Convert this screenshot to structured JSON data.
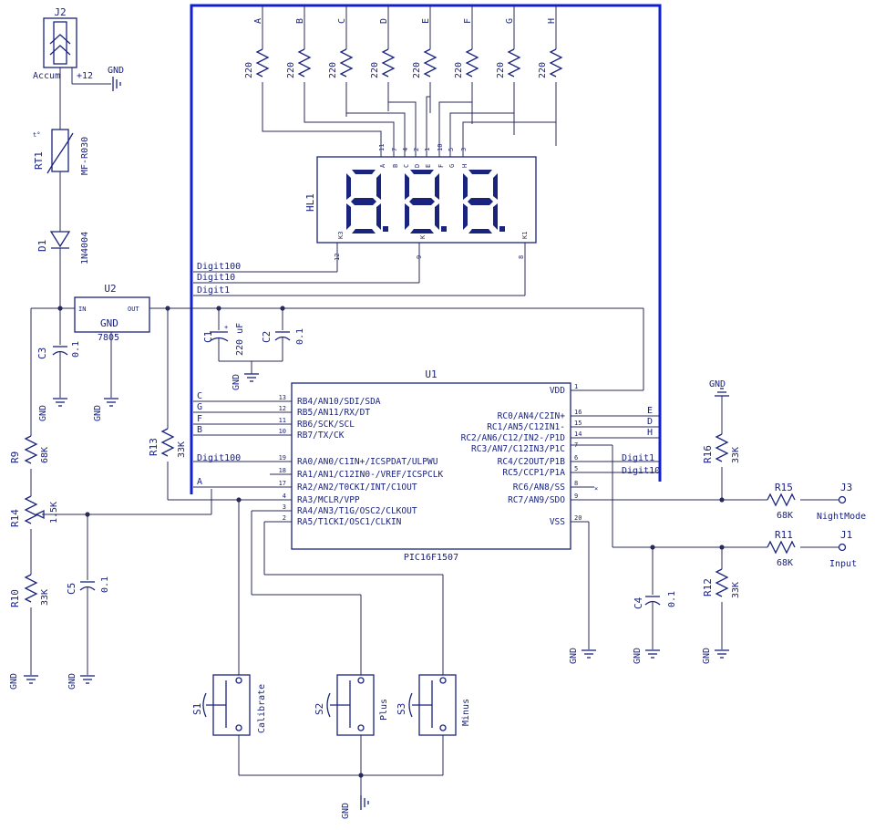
{
  "colors": {
    "wire": "#2a2a5a",
    "bus": "#1020d0",
    "component": "#1a237e",
    "background": "#ffffff"
  },
  "j2": {
    "ref": "J2",
    "label": "Accum",
    "voltage": "+12"
  },
  "gnd_label": "GND",
  "rt1": {
    "ref": "RT1",
    "value": "MF-R030",
    "temp_mark": "t°"
  },
  "d1": {
    "ref": "D1",
    "value": "1N4004"
  },
  "u2": {
    "ref": "U2",
    "pin_in": "IN",
    "pin_out": "OUT",
    "pin_gnd": "GND",
    "value": "7805"
  },
  "c1": {
    "ref": "C1",
    "value": "220 uF",
    "polarity": "+"
  },
  "c2": {
    "ref": "C2",
    "value": "0.1"
  },
  "c3": {
    "ref": "C3",
    "value": "0.1"
  },
  "c4": {
    "ref": "C4",
    "value": "0.1"
  },
  "c5": {
    "ref": "C5",
    "value": "0.1"
  },
  "r9": {
    "ref": "R9",
    "value": "68K"
  },
  "r10": {
    "ref": "R10",
    "value": "33K"
  },
  "r11": {
    "ref": "R11",
    "value": "68K"
  },
  "r12": {
    "ref": "R12",
    "value": "33K"
  },
  "r13": {
    "ref": "R13",
    "value": "33K"
  },
  "r14": {
    "ref": "R14",
    "value": "1.5K"
  },
  "r15": {
    "ref": "R15",
    "value": "68K"
  },
  "r16": {
    "ref": "R16",
    "value": "33K"
  },
  "seg_res": {
    "value": "220",
    "labels": [
      "A",
      "B",
      "C",
      "D",
      "E",
      "F",
      "G",
      "H"
    ]
  },
  "hl1": {
    "ref": "HL1",
    "seg_labels": [
      "A",
      "B",
      "C",
      "D",
      "E",
      "F",
      "G",
      "H"
    ],
    "seg_pins": [
      "11",
      "7",
      "4",
      "2",
      "1",
      "10",
      "5",
      "3"
    ],
    "common": [
      "K3",
      "K",
      "K1"
    ],
    "common_pins": [
      "12",
      "9",
      "8"
    ]
  },
  "digits": {
    "d100": "Digit100",
    "d10": "Digit10",
    "d1": "Digit1"
  },
  "u1": {
    "ref": "U1",
    "value": "PIC16F1507",
    "left_pins": [
      {
        "num": "13",
        "name": "RB4/AN10/SDI/SDA",
        "net": "C"
      },
      {
        "num": "12",
        "name": "RB5/AN11/RX/DT",
        "net": "G"
      },
      {
        "num": "11",
        "name": "RB6/SCK/SCL",
        "net": "F"
      },
      {
        "num": "10",
        "name": "RB7/TX/CK",
        "net": "B"
      },
      {
        "num": "19",
        "name": "RA0/AN0/C1IN+/ICSPDAT/ULPWU",
        "net": "Digit100"
      },
      {
        "num": "18",
        "name": "RA1/AN1/C12IN0-/VREF/ICSPCLK",
        "net": ""
      },
      {
        "num": "17",
        "name": "RA2/AN2/T0CKI/INT/C1OUT",
        "net": "A"
      },
      {
        "num": "4",
        "name": "RA3/MCLR/VPP",
        "net": ""
      },
      {
        "num": "3",
        "name": "RA4/AN3/T1G/OSC2/CLKOUT",
        "net": ""
      },
      {
        "num": "2",
        "name": "RA5/T1CKI/OSC1/CLKIN",
        "net": ""
      }
    ],
    "right_pins": [
      {
        "num": "1",
        "name": "VDD",
        "net": ""
      },
      {
        "num": "16",
        "name": "RC0/AN4/C2IN+",
        "net": "E"
      },
      {
        "num": "15",
        "name": "RC1/AN5/C12IN1-",
        "net": "D"
      },
      {
        "num": "14",
        "name": "RC2/AN6/C12/IN2-/P1D",
        "net": "H"
      },
      {
        "num": "7",
        "name": "RC3/AN7/C12IN3/P1C",
        "net": ""
      },
      {
        "num": "6",
        "name": "RC4/C2OUT/P1B",
        "net": "Digit1"
      },
      {
        "num": "5",
        "name": "RC5/CCP1/P1A",
        "net": "Digit10"
      },
      {
        "num": "8",
        "name": "RC6/AN8/SS",
        "net": ""
      },
      {
        "num": "9",
        "name": "RC7/AN9/SDO",
        "net": ""
      },
      {
        "num": "20",
        "name": "VSS",
        "net": ""
      }
    ]
  },
  "j3": {
    "ref": "J3",
    "label": "NightMode"
  },
  "j1": {
    "ref": "J1",
    "label": "Input"
  },
  "s1": {
    "ref": "S1",
    "label": "Calibrate"
  },
  "s2": {
    "ref": "S2",
    "label": "Plus"
  },
  "s3": {
    "ref": "S3",
    "label": "Minus"
  }
}
